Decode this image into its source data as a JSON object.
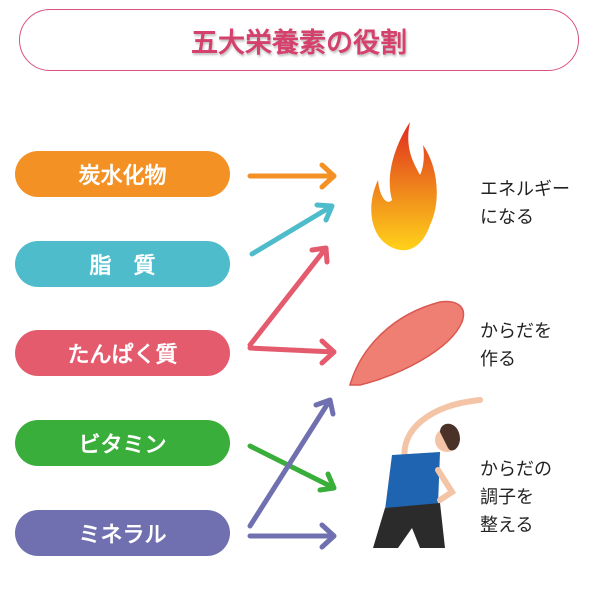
{
  "title": "五大栄養素の役割",
  "nutrients": [
    {
      "label": "炭水化物",
      "color": "#f39125"
    },
    {
      "label": "脂　質",
      "color": "#4fbccb"
    },
    {
      "label": "たんぱく質",
      "color": "#e45b6e"
    },
    {
      "label": "ビタミン",
      "color": "#3aae3a"
    },
    {
      "label": "ミネラル",
      "color": "#7070b0"
    }
  ],
  "roles": [
    {
      "line1": "エネルギー",
      "line2": "になる"
    },
    {
      "line1": "からだを",
      "line2": "作る"
    },
    {
      "line1": "からだの",
      "line2": "調子を",
      "line3": "整える"
    }
  ]
}
